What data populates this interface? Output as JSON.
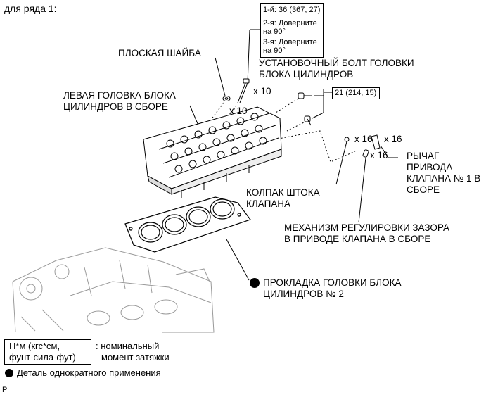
{
  "header": {
    "row_title": "для ряда 1:"
  },
  "torque_spec_box": {
    "step1": "1-й: 36 (367, 27)",
    "step2_line1": "2-я: Доверните",
    "step2_line2": "на 90°",
    "step3_line1": "3-я: Доверните",
    "step3_line2": "на 90°"
  },
  "labels": {
    "flat_washer": "ПЛОСКАЯ ШАЙБА",
    "head_bolt_line1": "УСТАНОВОЧНЫЙ БОЛТ ГОЛОВКИ",
    "head_bolt_line2": "БЛОКА ЦИЛИНДРОВ",
    "left_head_line1": "ЛЕВАЯ ГОЛОВКА БЛОКА",
    "left_head_line2": "ЦИЛИНДРОВ В СБОРЕ",
    "qty_bolts": "x 10",
    "qty_washers": "x 10",
    "bolt_torque": "21 (214, 15)",
    "qty_caps": "x 16",
    "qty_rocker": "x 16",
    "qty_adjuster": "x 16",
    "rocker_line1": "РЫЧАГ",
    "rocker_line2": "ПРИВОДА",
    "rocker_line3": "КЛАПАНА № 1 В",
    "rocker_line4": "СБОРЕ",
    "stem_cap_line1": "КОЛПАК ШТОКА",
    "stem_cap_line2": "КЛАПАНА",
    "lash_adj_line1": "МЕХАНИЗМ РЕГУЛИРОВКИ ЗАЗОРА",
    "lash_adj_line2": "В ПРИВОДЕ КЛАПАНА В СБОРЕ",
    "gasket_line1": "ПРОКЛАДКА ГОЛОВКИ БЛОКА",
    "gasket_line2": "ЦИЛИНДРОВ № 2"
  },
  "legend": {
    "unit_line1": "Н*м (кгс*см,",
    "unit_line2": "фунт-сила-фут)",
    "unit_desc_line1": ": номинальный",
    "unit_desc_line2": "момент затяжки",
    "non_reusable": "Деталь однократного применения"
  },
  "footer_code": "P"
}
